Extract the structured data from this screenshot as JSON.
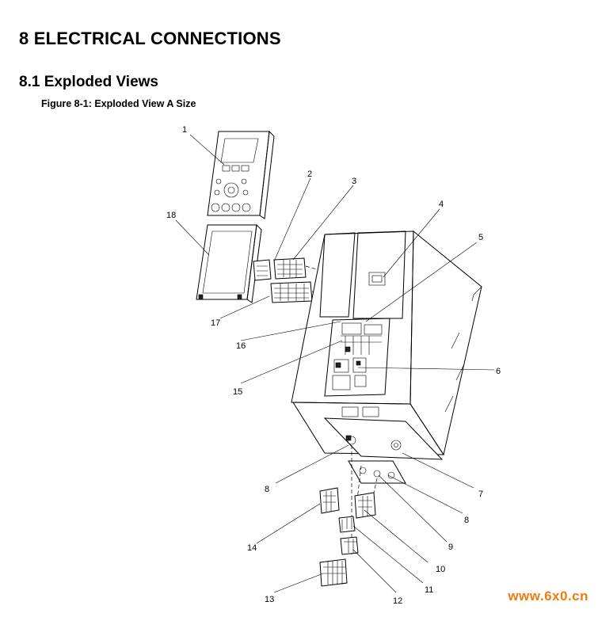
{
  "document": {
    "chapter_title": "8 ELECTRICAL CONNECTIONS",
    "section_title": "8.1 Exploded Views",
    "figure_caption": "Figure 8-1: Exploded View A Size",
    "watermark": "www.6x0.cn"
  },
  "callouts": [
    "1",
    "2",
    "3",
    "4",
    "5",
    "6",
    "7",
    "8",
    "9",
    "10",
    "11",
    "12",
    "13",
    "14",
    "15",
    "16",
    "17",
    "18",
    "8"
  ]
}
